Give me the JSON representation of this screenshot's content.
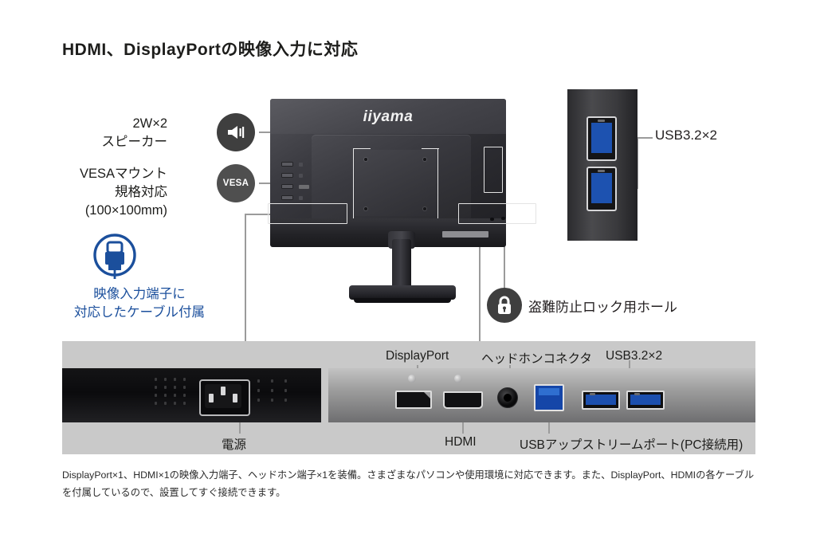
{
  "heading": "HDMI、DisplayPortの映像入力に対応",
  "brand": {
    "logo": "iiyama"
  },
  "callouts": {
    "speaker": {
      "line1": "2W×2",
      "line2": "スピーカー",
      "icon": "speaker-icon"
    },
    "vesa": {
      "line1": "VESAマウント",
      "line2": "規格対応",
      "line3": "(100×100mm)",
      "badge": "VESA"
    },
    "cable": {
      "line1": "映像入力端子に",
      "line2": "対応したケーブル付属",
      "icon": "video-cable-icon",
      "color": "#1b4f9c"
    },
    "lock": {
      "label": "盗難防止ロック用ホール",
      "icon": "padlock-icon"
    },
    "usb_rear": {
      "label": "USB3.2×2"
    }
  },
  "band_labels": {
    "displayport": "DisplayPort",
    "headphone": "ヘッドホンコネクタ",
    "usb_downstream": "USB3.2×2",
    "power": "電源",
    "hdmi": "HDMI",
    "usb_upstream": "USBアップストリームポート(PC接続用)"
  },
  "caption": "DisplayPort×1、HDMI×1の映像入力端子、ヘッドホン端子×1を装備。さまざまなパソコンや使用環境に対応できます。また、DisplayPort、HDMIの各ケーブルを付属しているので、設置してすぐ接続できます。",
  "colors": {
    "accent_blue": "#1b4f9c",
    "band_grey": "#c9c9c9",
    "badge_grey": "#4d4d4d",
    "usb_blue": "#1c4fae"
  }
}
